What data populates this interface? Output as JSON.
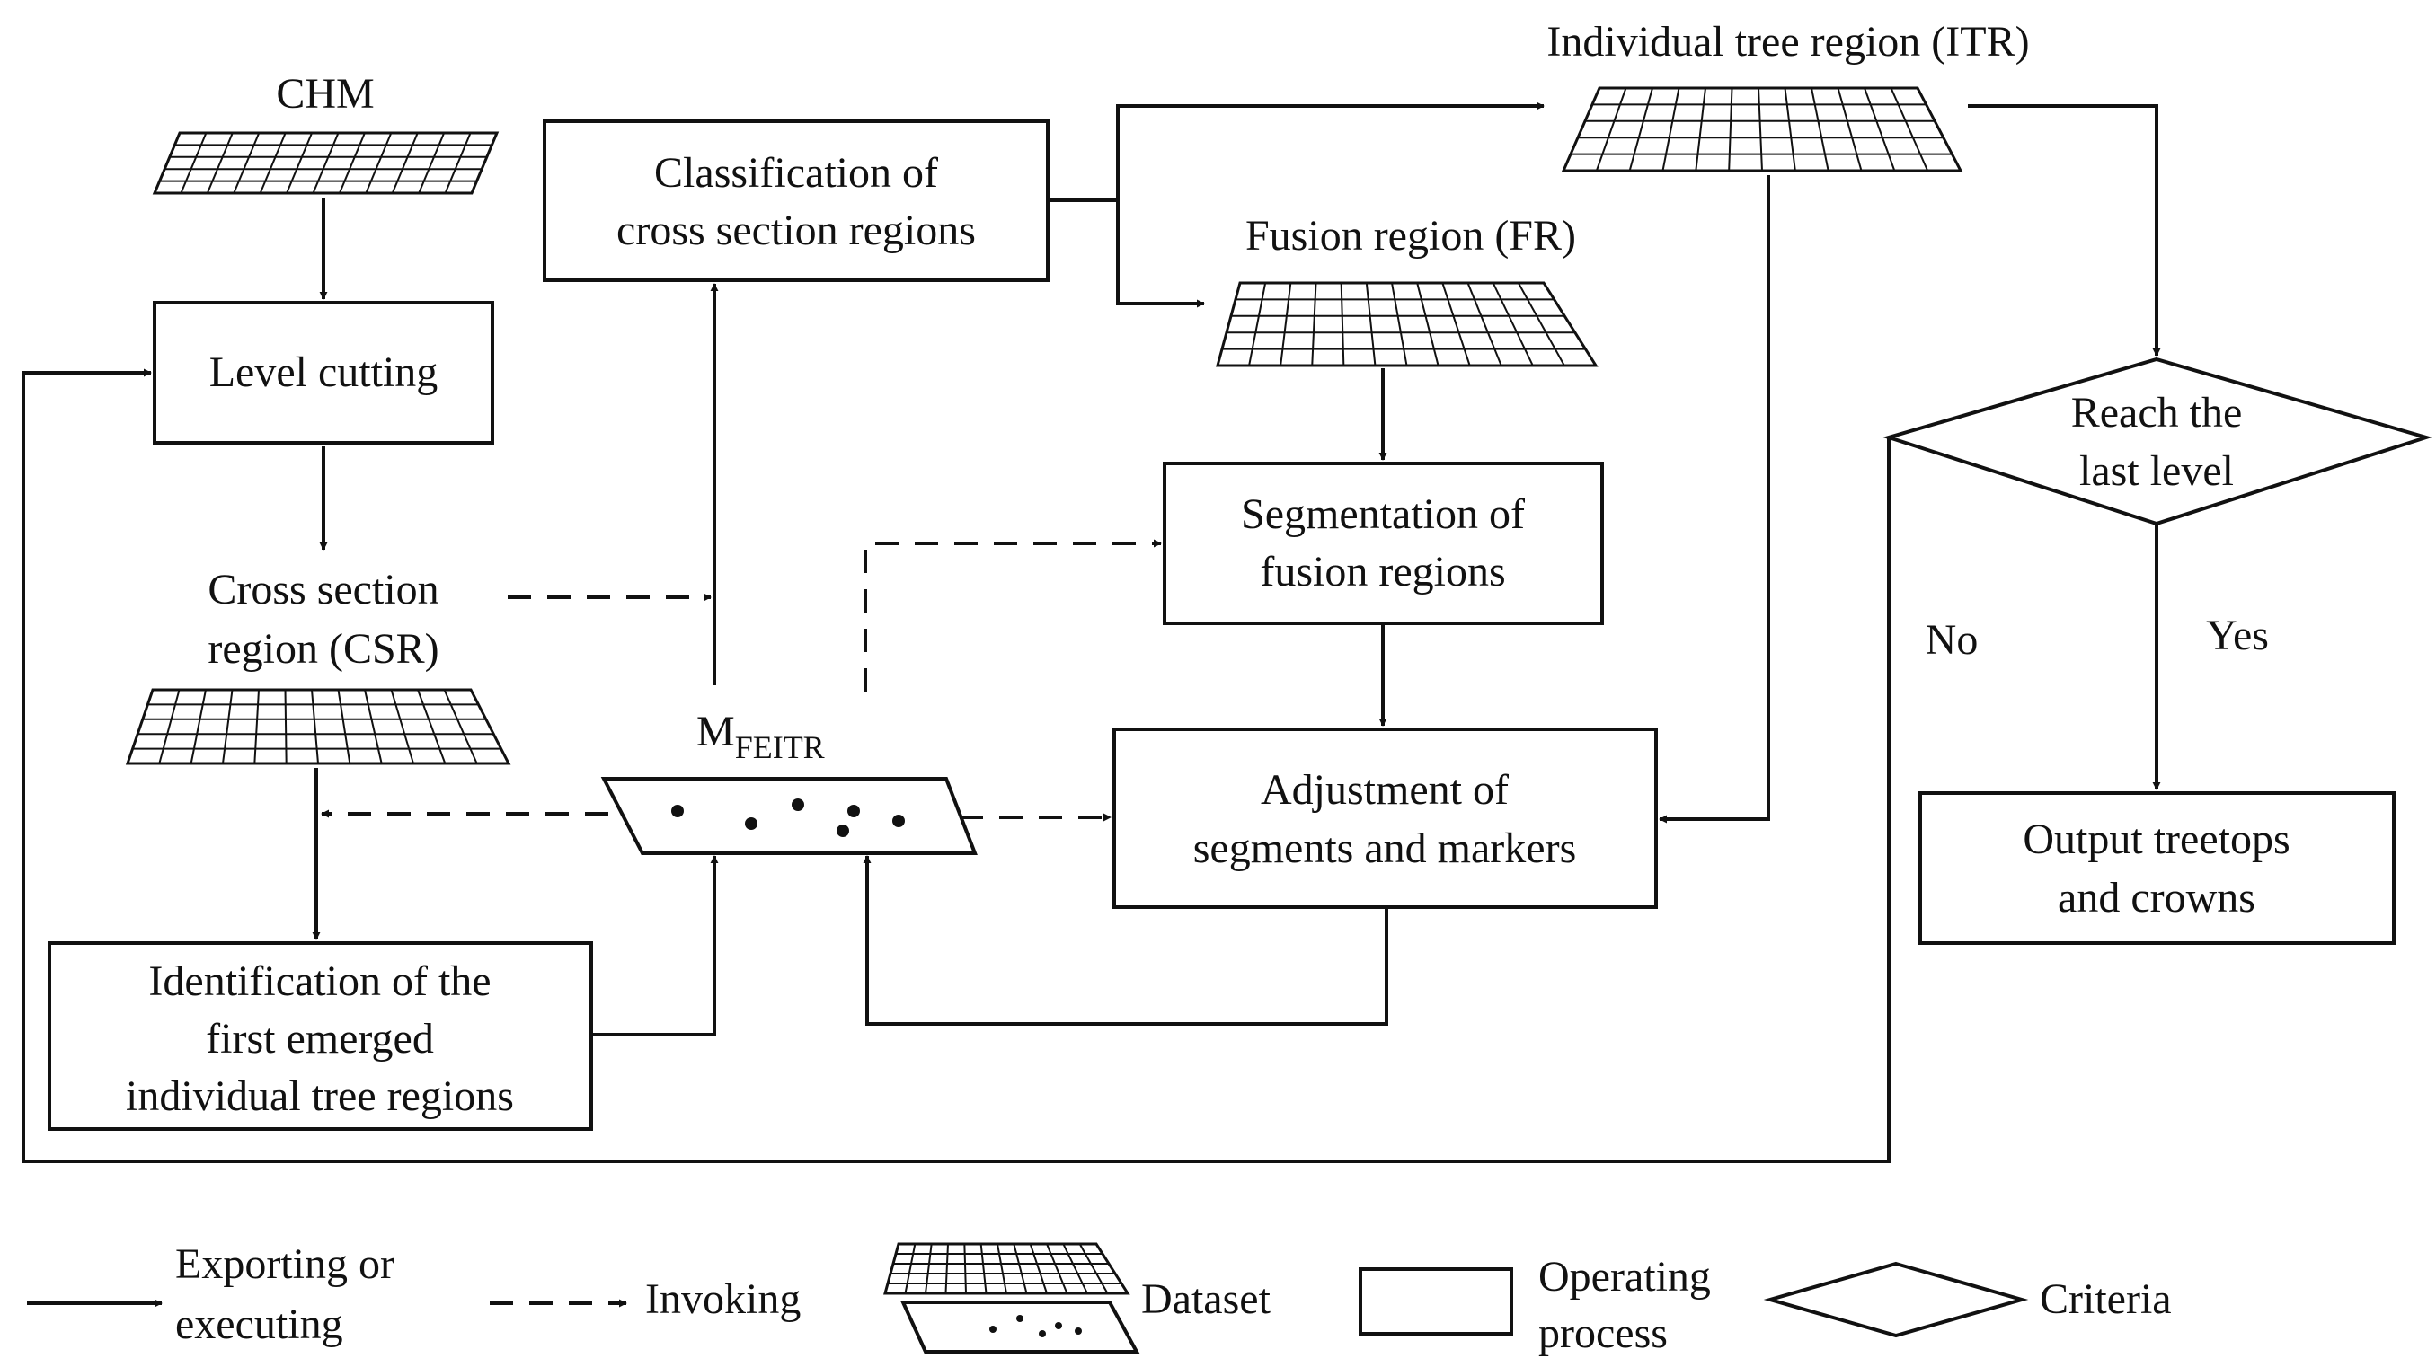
{
  "nodes": {
    "chm": "CHM",
    "level_cutting": "Level cutting",
    "csr": [
      "Cross section",
      "region (CSR)"
    ],
    "identification": [
      "Identification of the",
      "first emerged",
      "individual tree regions"
    ],
    "mfeitr": {
      "main": "M",
      "sub": "FEITR"
    },
    "classification": [
      "Classification of",
      "cross section regions"
    ],
    "itr": "Individual tree region (ITR)",
    "fr": "Fusion region (FR)",
    "segmentation": [
      "Segmentation of",
      "fusion regions"
    ],
    "adjustment": [
      "Adjustment of",
      "segments and markers"
    ],
    "criteria": [
      "Reach the",
      "last level"
    ],
    "no": "No",
    "yes": "Yes",
    "output": [
      "Output treetops",
      "and crowns"
    ]
  },
  "legend": {
    "solid": [
      "Exporting or",
      "executing"
    ],
    "dashed": "Invoking",
    "dataset": "Dataset",
    "process": [
      "Operating",
      "process"
    ],
    "criteria": "Criteria"
  }
}
